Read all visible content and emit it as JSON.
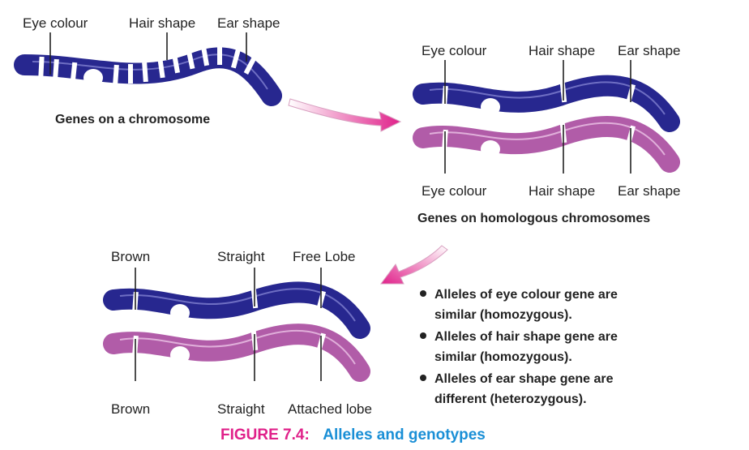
{
  "colors": {
    "blue_chromosome": "#27278f",
    "pink_chromosome": "#b15ca8",
    "band": "#ffffff",
    "arrow": "#e0218a",
    "figure_label": "#e0218a",
    "figure_title": "#1a8fd6"
  },
  "panel1": {
    "labels": [
      "Eye colour",
      "Hair shape",
      "Ear shape"
    ],
    "caption": "Genes on a chromosome"
  },
  "panel2": {
    "top_labels": [
      "Eye colour",
      "Hair shape",
      "Ear shape"
    ],
    "bottom_labels": [
      "Eye colour",
      "Hair shape",
      "Ear shape"
    ],
    "caption": "Genes on homologous chromosomes"
  },
  "panel3": {
    "top_labels": [
      "Brown",
      "Straight",
      "Free Lobe"
    ],
    "bottom_labels": [
      "Brown",
      "Straight",
      "Attached lobe"
    ]
  },
  "bullets": [
    [
      "Alleles of eye colour gene are",
      "similar (homozygous)."
    ],
    [
      "Alleles of hair shape gene are",
      "similar (homozygous)."
    ],
    [
      "Alleles of ear shape gene are",
      "different (heterozygous)."
    ]
  ],
  "figure": {
    "number": "FIGURE 7.4:",
    "title": "Alleles and genotypes"
  }
}
